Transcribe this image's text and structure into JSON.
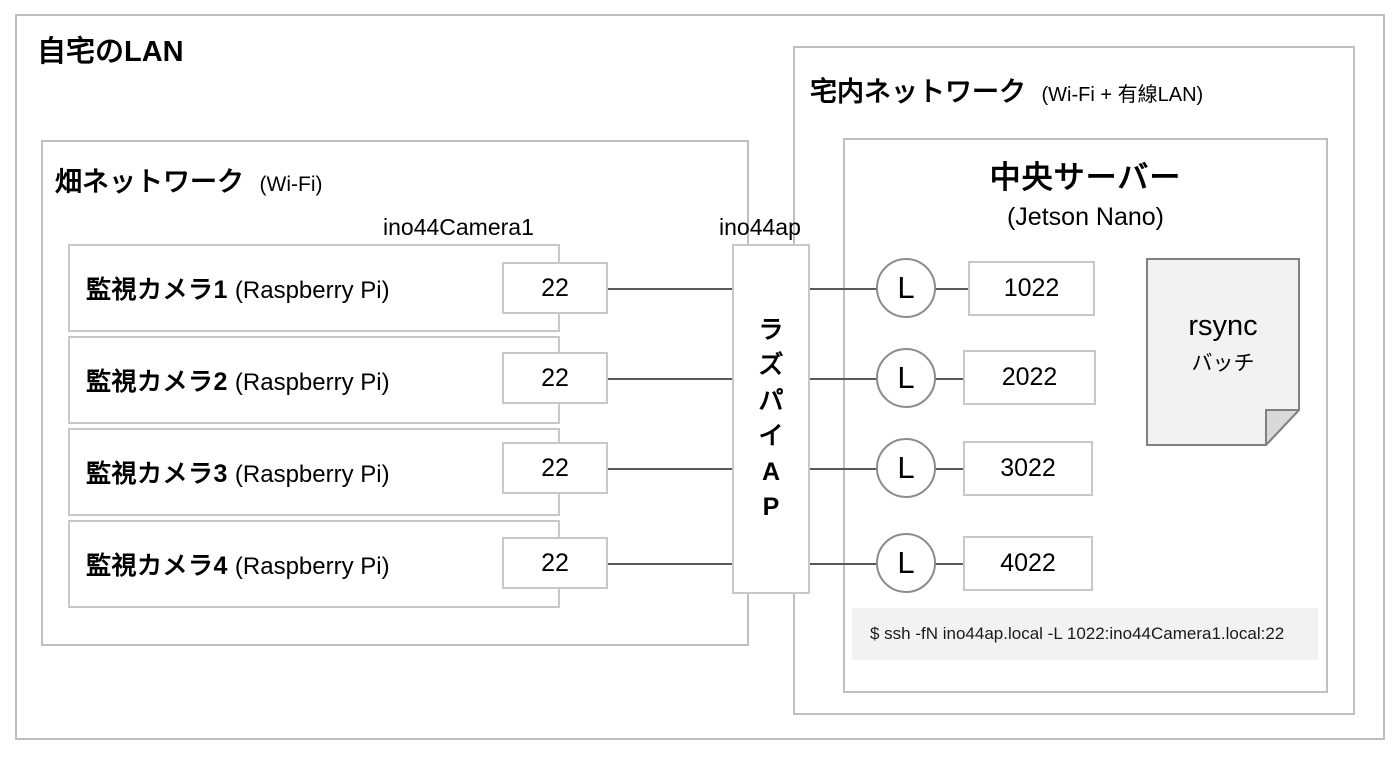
{
  "diagram": {
    "outer_group": {
      "title": "自宅のLAN"
    },
    "field_network": {
      "title": "畑ネットワーク",
      "subtitle": "(Wi-Fi)",
      "hostname_label": "ino44Camera1"
    },
    "home_network": {
      "title": "宅内ネットワーク",
      "subtitle": "(Wi-Fi + 有線LAN)"
    },
    "cameras": [
      {
        "name": "監視カメラ1",
        "model": "(Raspberry Pi)",
        "port": "22"
      },
      {
        "name": "監視カメラ2",
        "model": "(Raspberry Pi)",
        "port": "22"
      },
      {
        "name": "監視カメラ3",
        "model": "(Raspberry Pi)",
        "port": "22"
      },
      {
        "name": "監視カメラ4",
        "model": "(Raspberry Pi)",
        "port": "22"
      }
    ],
    "access_point": {
      "hostname_label": "ino44ap",
      "lines": [
        "ラ",
        "ズ",
        "パ",
        "イ",
        "A",
        "P"
      ]
    },
    "central_server": {
      "title": "中央サーバー",
      "subtitle": "(Jetson Nano)",
      "tunnels": [
        {
          "marker": "L",
          "local_port": "1022"
        },
        {
          "marker": "L",
          "local_port": "2022"
        },
        {
          "marker": "L",
          "local_port": "3022"
        },
        {
          "marker": "L",
          "local_port": "4022"
        }
      ],
      "command": "$ ssh -fN ino44ap.local -L 1022:ino44Camera1.local:22"
    },
    "note": {
      "line1": "rsync",
      "line2": "バッチ"
    },
    "colors": {
      "border_gray": "#bfbfbf",
      "node_border": "#c8c8c8",
      "wire": "#595959",
      "note_fill": "#f2f2f2",
      "note_border": "#808080",
      "cmd_fill": "#f2f2f2"
    }
  }
}
